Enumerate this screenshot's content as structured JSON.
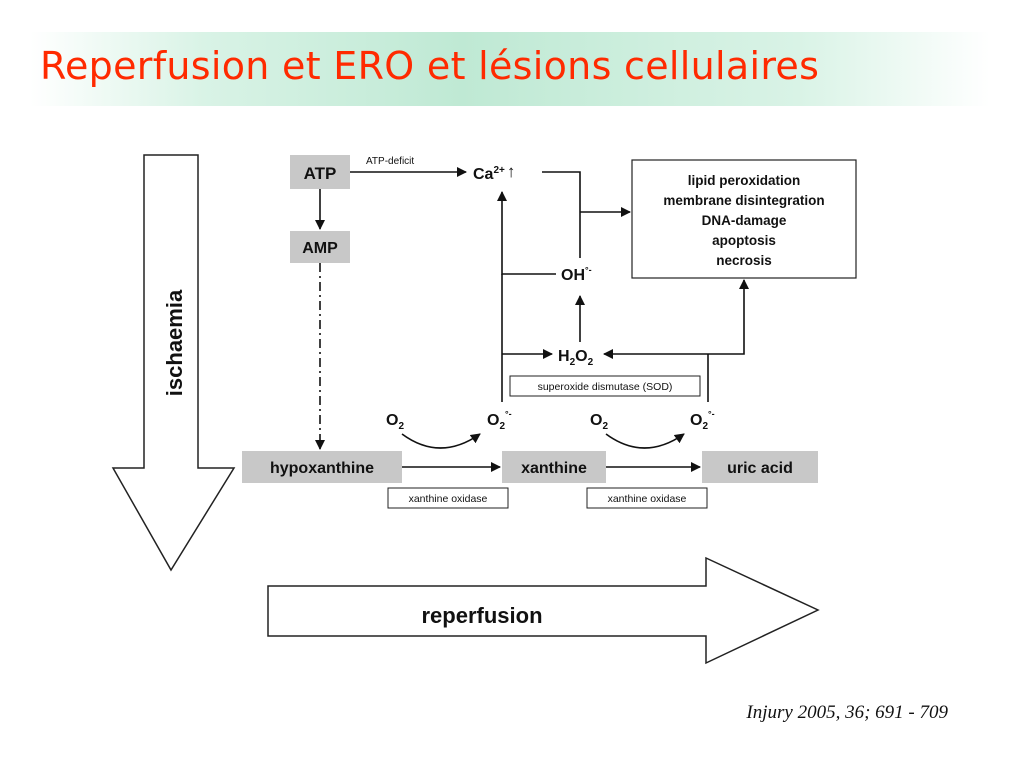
{
  "title": "Reperfusion et ERO et lésions cellulaires",
  "diagram": {
    "ischaemia": "ischaemia",
    "reperfusion": "reperfusion",
    "atp": "ATP",
    "amp": "AMP",
    "atp_deficit": "ATP-deficit",
    "ca_base": "Ca",
    "ca_sup": "2+",
    "up_arrow": "↑",
    "effects": [
      "lipid peroxidation",
      "membrane disintegration",
      "DNA-damage",
      "apoptosis",
      "necrosis"
    ],
    "oh_base": "OH",
    "oh_sup": "°-",
    "h2o2_h": "H",
    "h2o2_2a": "2",
    "h2o2_o": "O",
    "h2o2_2b": "2",
    "sod": "superoxide dismutase (SOD)",
    "o2_base": "O",
    "o2_sub": "2",
    "superoxide_sup": "°-",
    "hypoxanthine": "hypoxanthine",
    "xanthine": "xanthine",
    "uric_acid": "uric acid",
    "xanthine_oxidase": "xanthine oxidase"
  },
  "citation": "Injury 2005, 36; 691 - 709"
}
